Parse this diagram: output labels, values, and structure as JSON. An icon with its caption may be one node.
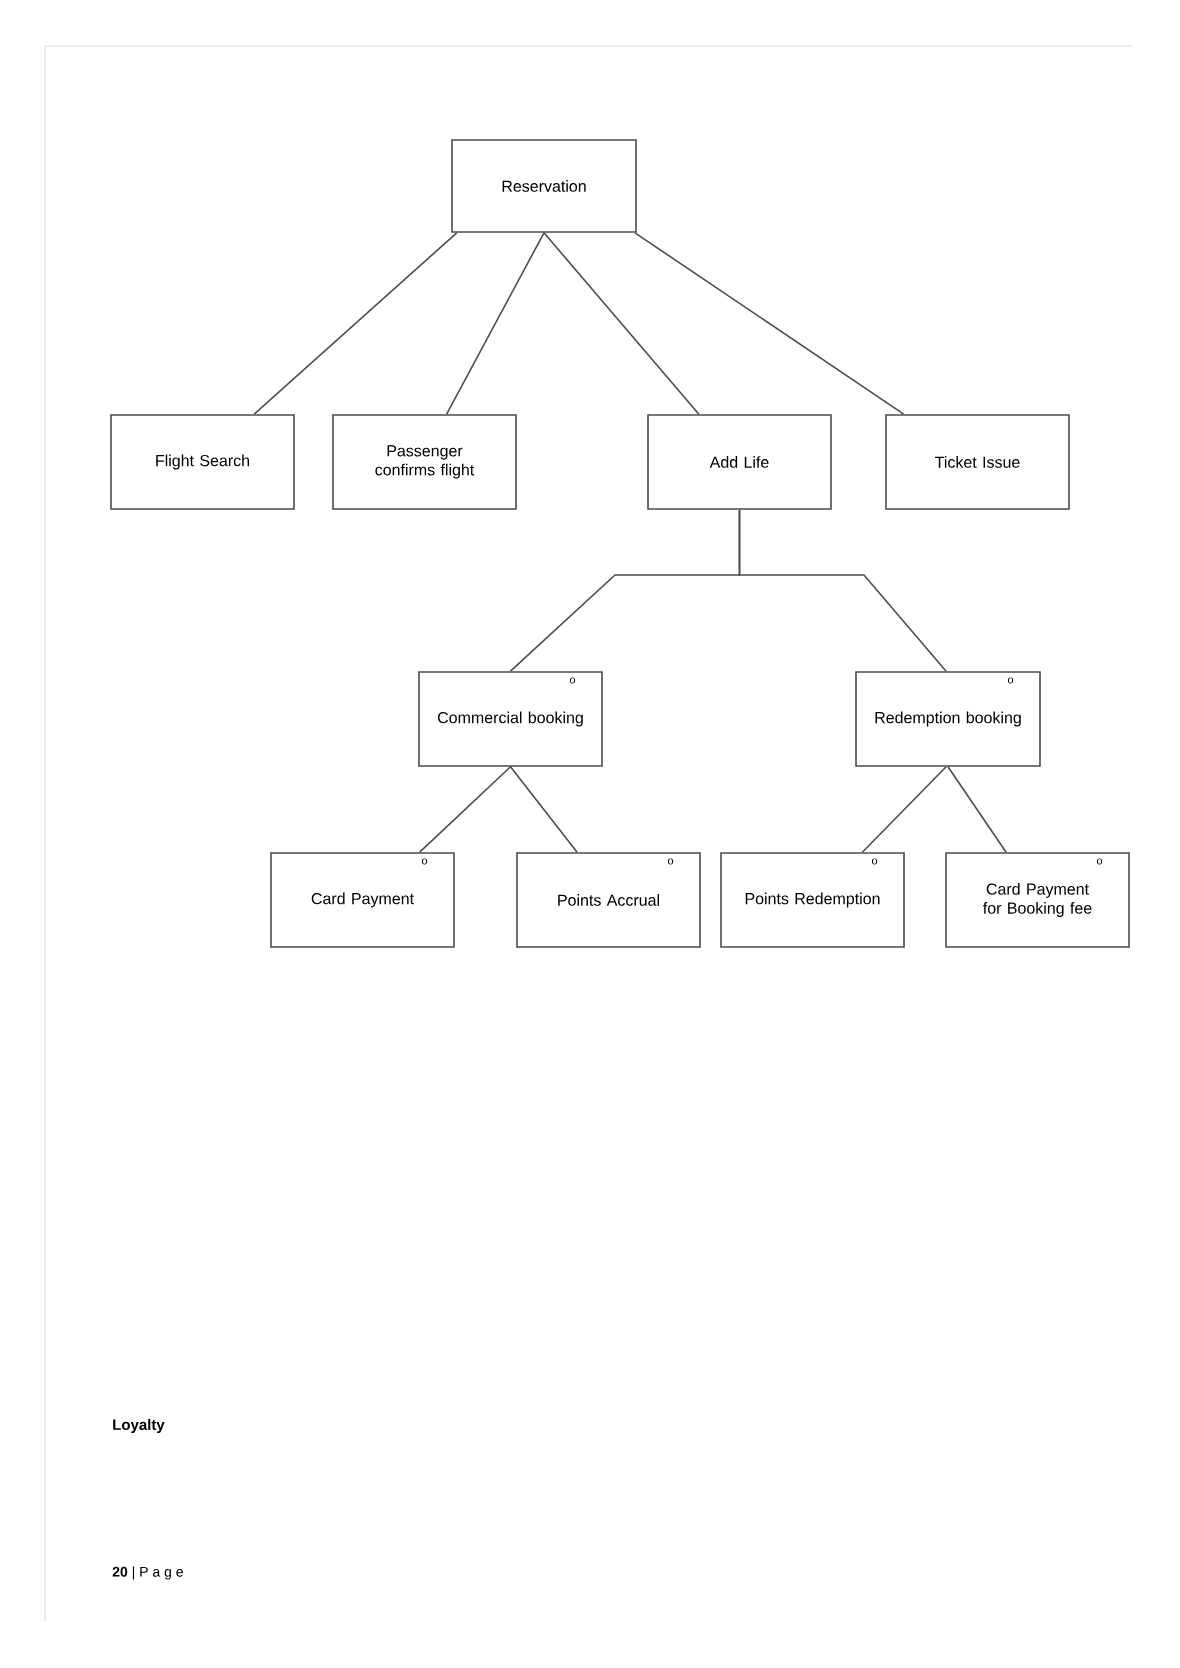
{
  "diagram": {
    "nodes": [
      {
        "text": [
          "Reservation"
        ]
      },
      {
        "text": [
          "Flight Search"
        ]
      },
      {
        "text": [
          "Passenger confirms flight"
        ]
      },
      {
        "text": [
          "Add Life"
        ]
      },
      {
        "text": [
          "Ticket Issue"
        ]
      },
      {
        "text": [
          "o",
          "Commercial booking"
        ]
      },
      {
        "text": [
          "o",
          "Redemption booking"
        ]
      },
      {
        "text": [
          "o",
          "Card Payment"
        ]
      },
      {
        "text": [
          "o",
          "Points Accrual"
        ]
      },
      {
        "text": [
          "o",
          "Points Redemption"
        ]
      },
      {
        "text": [
          "o",
          "Card Payment for Booking fee"
        ]
      }
    ],
    "edges": [
      {
        "from": 0,
        "to": 1,
        "arrow": "none"
      },
      {
        "from": 0,
        "to": 2,
        "arrow": "none"
      },
      {
        "from": 0,
        "to": 3,
        "arrow": "none"
      },
      {
        "from": 0,
        "to": 4,
        "arrow": "none"
      },
      {
        "from": 3,
        "to": 5,
        "arrow": "none"
      },
      {
        "from": 3,
        "to": 6,
        "arrow": "none"
      },
      {
        "from": 5,
        "to": 7,
        "arrow": "none"
      },
      {
        "from": 5,
        "to": 8,
        "arrow": "none"
      },
      {
        "from": 6,
        "to": 9,
        "arrow": "none"
      },
      {
        "from": 6,
        "to": 10,
        "arrow": "none"
      }
    ],
    "labels": [
      "Loyalty",
      "**20** | P a g e"
    ]
  }
}
